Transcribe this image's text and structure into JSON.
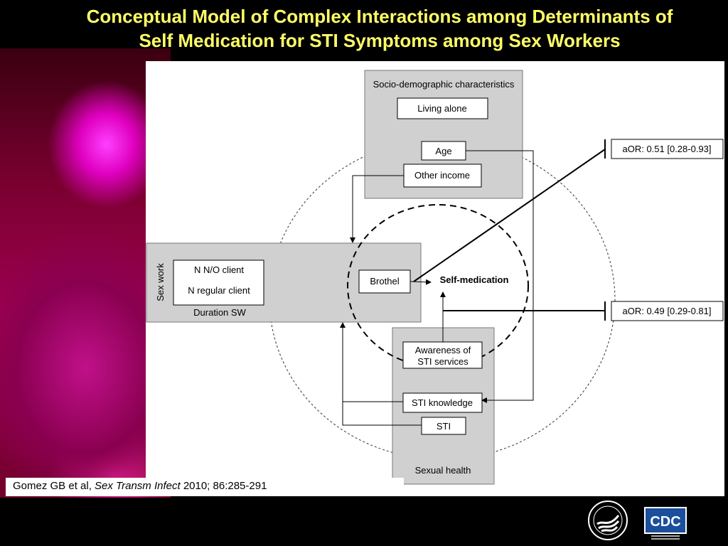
{
  "title": {
    "line1": "Conceptual Model of Complex Interactions among Determinants of",
    "line2": "Self Medication for STI Symptoms among Sex Workers"
  },
  "diagram": {
    "socio_box_title": "Socio-demographic characteristics",
    "living_alone": "Living alone",
    "age": "Age",
    "other_income": "Other income",
    "sex_work_label": "Sex work",
    "n_no_client": "N N/O client",
    "n_regular_client": "N regular client",
    "duration_sw": "Duration SW",
    "brothel": "Brothel",
    "self_medication": "Self-medication",
    "awareness_line1": "Awareness of",
    "awareness_line2": "STI services",
    "sti_knowledge": "STI knowledge",
    "sti": "STI",
    "sexual_health": "Sexual health",
    "aor_top": "aOR: 0.51 [0.28-0.93]",
    "aor_bottom": "aOR: 0.49 [0.29-0.81]"
  },
  "citation": {
    "authors": "Gomez GB et al,",
    "journal": "Sex Transm Infect",
    "details": "2010; 86:285-291"
  },
  "logos": {
    "hhs": "hhs-seal-icon",
    "cdc": "cdc-logo-icon",
    "cdc_text": "CDC"
  }
}
